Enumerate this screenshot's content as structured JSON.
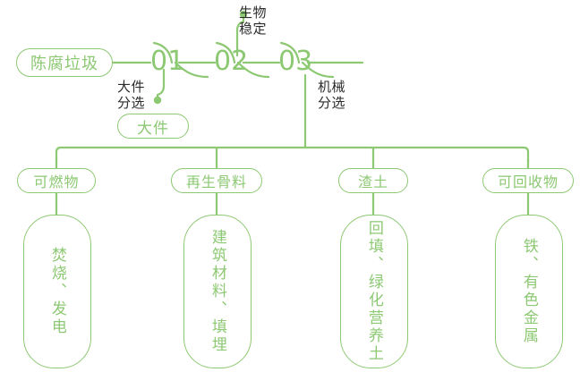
{
  "diagram": {
    "type": "process-flowchart",
    "title_visible": false,
    "colors": {
      "line": "#8DC873",
      "accent_text": "#8DC873",
      "dark_text": "#2b2b2b",
      "background": "#ffffff"
    },
    "source_node": {
      "label": "陈腐垃圾"
    },
    "stages": [
      {
        "number": "01",
        "process_label": "大件\n分选"
      },
      {
        "number": "02",
        "process_label": "生物\n稳定"
      },
      {
        "number": "03",
        "process_label": "机械\n分选"
      }
    ],
    "intermediate_node": {
      "label": "大件"
    },
    "categories": [
      {
        "label": "可燃物",
        "outcome": "焚烧、发电"
      },
      {
        "label": "再生骨料",
        "outcome": "建筑材料、填埋"
      },
      {
        "label": "渣土",
        "outcome": "回填、绿化营养土"
      },
      {
        "label": "可回收物",
        "outcome": "铁、有色金属"
      }
    ]
  }
}
